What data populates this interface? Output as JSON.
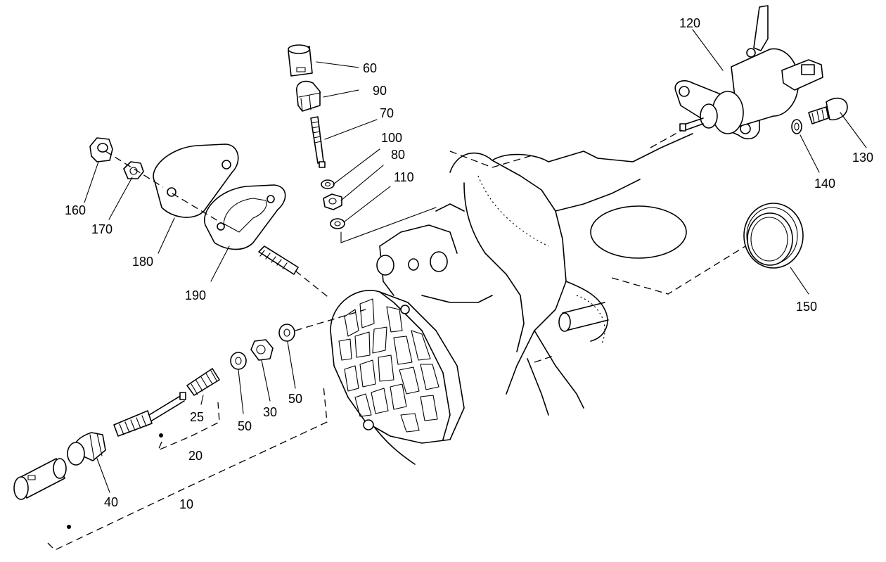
{
  "callouts": [
    {
      "id": "c120",
      "text": "120"
    },
    {
      "id": "c60",
      "text": "60"
    },
    {
      "id": "c90",
      "text": "90"
    },
    {
      "id": "c70",
      "text": "70"
    },
    {
      "id": "c100",
      "text": "100"
    },
    {
      "id": "c80",
      "text": "80"
    },
    {
      "id": "c110",
      "text": "110"
    },
    {
      "id": "c130",
      "text": "130"
    },
    {
      "id": "c140",
      "text": "140"
    },
    {
      "id": "c160",
      "text": "160"
    },
    {
      "id": "c170",
      "text": "170"
    },
    {
      "id": "c180",
      "text": "180"
    },
    {
      "id": "c190",
      "text": "190"
    },
    {
      "id": "c150",
      "text": "150"
    },
    {
      "id": "c25",
      "text": "25"
    },
    {
      "id": "c50a",
      "text": "50"
    },
    {
      "id": "c30",
      "text": "30"
    },
    {
      "id": "c50b",
      "text": "50"
    },
    {
      "id": "c20",
      "text": "20"
    },
    {
      "id": "c40",
      "text": "40"
    },
    {
      "id": "c10",
      "text": "10"
    }
  ]
}
